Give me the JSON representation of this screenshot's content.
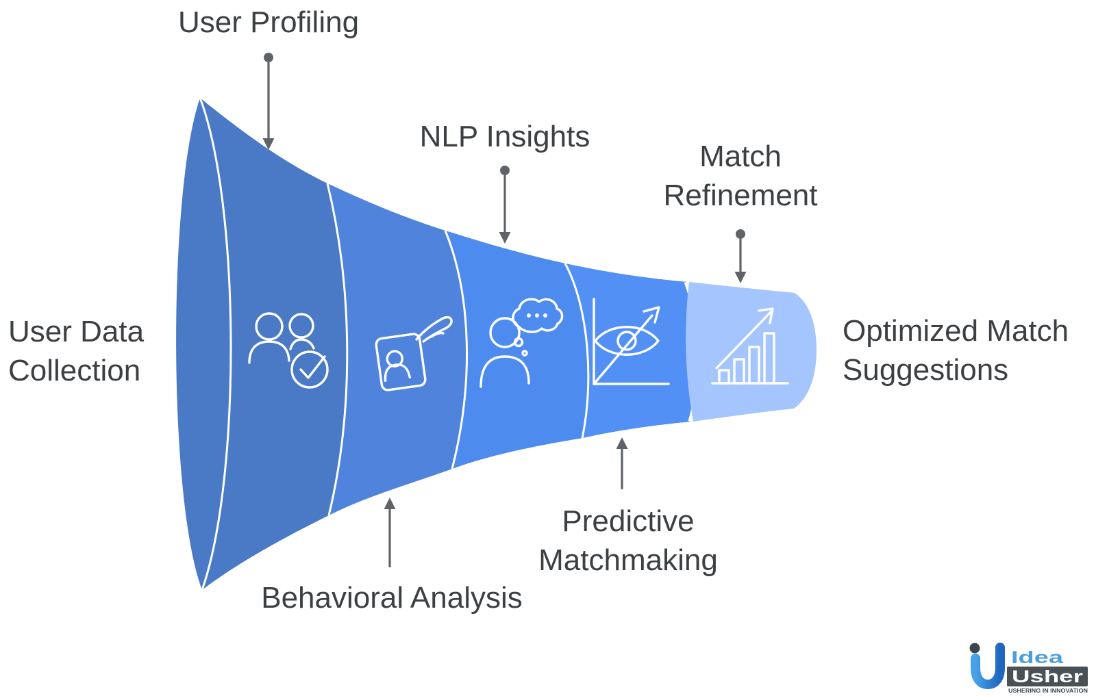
{
  "diagram": {
    "type": "horizontal-funnel",
    "stage_count": 7
  },
  "labels": {
    "user_data_collection": "User Data\nCollection",
    "user_profiling": "User Profiling",
    "behavioral_analysis": "Behavioral Analysis",
    "nlp_insights": "NLP Insights",
    "predictive_matchmaking": "Predictive\nMatchmaking",
    "match_refinement": "Match\nRefinement",
    "optimized_match_suggestions": "Optimized Match\nSuggestions"
  },
  "funnel": {
    "segment_colors": {
      "mouth": "#4a79c6",
      "band1": "#4a79c6",
      "band2": "#4f83dc",
      "band3": "#4e8bee",
      "band4": "#5290f6",
      "band5": "#a4c5fd"
    },
    "divider_color": "#ffffff",
    "icons": [
      "users-check-icon",
      "id-card-hand-icon",
      "person-thought-icon",
      "eye-growth-icon",
      "bar-chart-growth-icon"
    ]
  },
  "colors": {
    "label_text": "#3c4043",
    "arrow": "#5f6368",
    "background": "#ffffff"
  },
  "logo": {
    "idea": "Idea",
    "usher": "Usher",
    "tagline": "USHERING IN INNOVATION",
    "brand_blue": "#2e7fd2",
    "brand_dark": "#495056"
  }
}
